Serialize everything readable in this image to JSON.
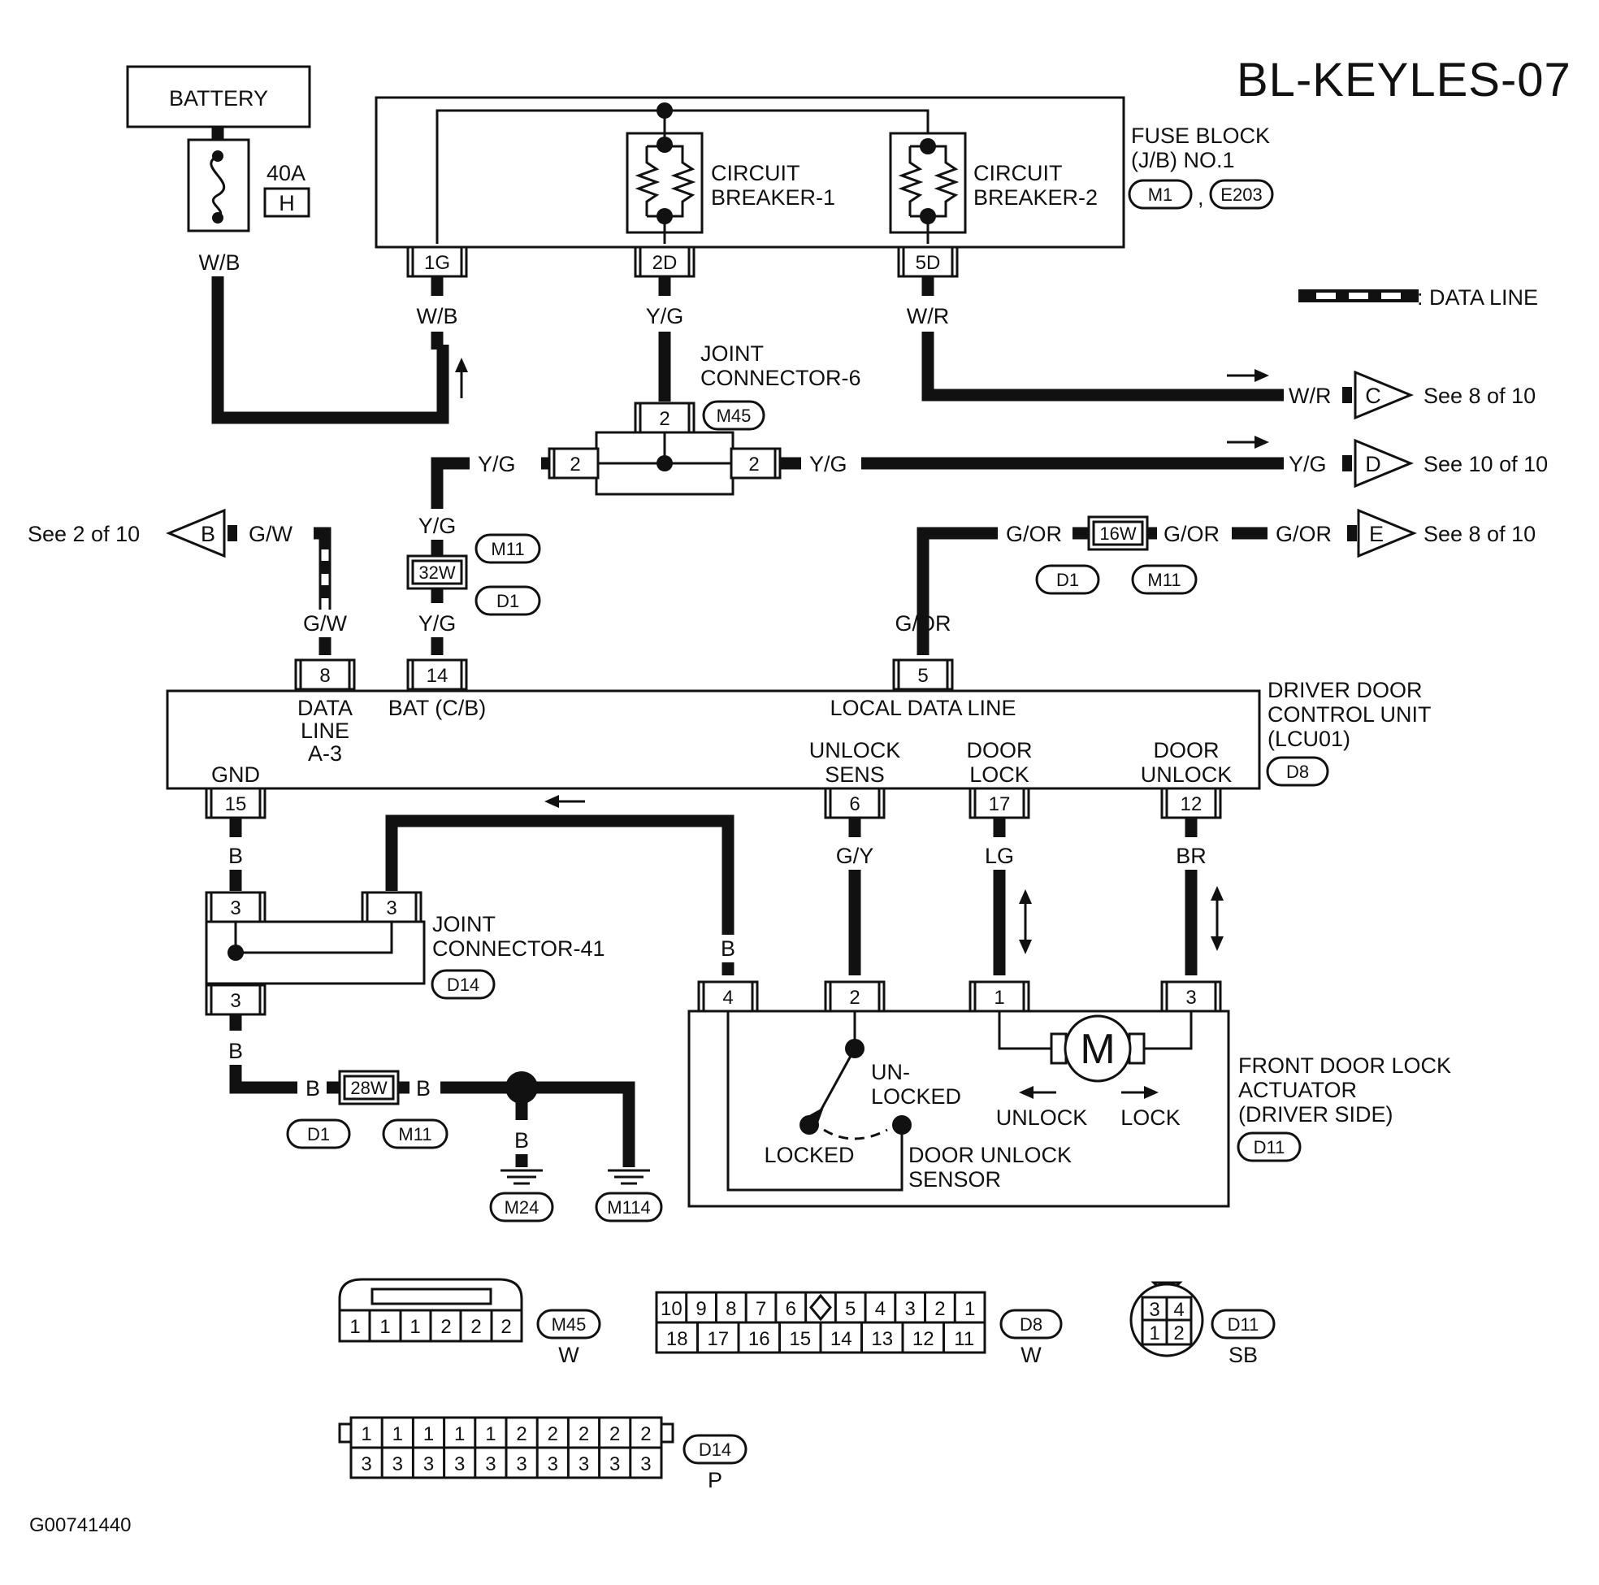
{
  "title": "BL-KEYLES-07",
  "figure_code": "G00741440",
  "legend": {
    "data_line": ": DATA LINE"
  },
  "battery": {
    "label": "BATTERY",
    "fuse_rating": "40A",
    "fuse_letter": "H",
    "wire": "W/B"
  },
  "fuse_block": {
    "label_1": "FUSE BLOCK",
    "label_2": "(J/B) NO.1",
    "connectors": [
      "M1",
      "E203"
    ],
    "separator": ",",
    "breaker_1_a": "CIRCUIT",
    "breaker_1_b": "BREAKER-1",
    "breaker_2_a": "CIRCUIT",
    "breaker_2_b": "BREAKER-2",
    "pins": [
      "1G",
      "2D",
      "5D"
    ],
    "wires": [
      "W/B",
      "Y/G",
      "W/R"
    ]
  },
  "joint_connector_6": {
    "label_1": "JOINT",
    "label_2": "CONNECTOR-6",
    "connector": "M45",
    "pin": "2",
    "wire": "Y/G"
  },
  "offpage": [
    {
      "wire": "W/R",
      "letter": "C",
      "ref": "See 8 of 10"
    },
    {
      "wire": "Y/G",
      "letter": "D",
      "ref": "See 10 of 10"
    },
    {
      "wire": "G/OR",
      "letter": "E",
      "ref": "See 8 of 10"
    },
    {
      "wire": "G/W",
      "letter": "B",
      "ref": "See 2 of 10"
    }
  ],
  "connector_32w": {
    "pin": "32W",
    "codes": [
      "M11",
      "D1"
    ],
    "wire": "Y/G"
  },
  "connector_16w": {
    "pin": "16W",
    "codes": [
      "D1",
      "M11"
    ],
    "wire_a": "G/OR",
    "wire_b": "G/OR"
  },
  "control_unit": {
    "label_1": "DRIVER DOOR",
    "label_2": "CONTROL UNIT",
    "label_3": "(LCU01)",
    "connector": "D8",
    "top_pins": [
      "8",
      "14",
      "5"
    ],
    "top_wires": [
      "G/W",
      "Y/G",
      "G/OR"
    ],
    "data_line_1": "DATA",
    "data_line_2": "LINE",
    "data_line_3": "A-3",
    "bat": "BAT (C/B)",
    "local": "LOCAL DATA LINE",
    "gnd": "GND",
    "unlock_sens_1": "UNLOCK",
    "unlock_sens_2": "SENS",
    "door_lock_1": "DOOR",
    "door_lock_2": "LOCK",
    "door_unlock_1": "DOOR",
    "door_unlock_2": "UNLOCK",
    "bottom_pins": [
      "15",
      "6",
      "17",
      "12"
    ],
    "bottom_wires": [
      "B",
      "G/Y",
      "LG",
      "BR"
    ]
  },
  "joint_connector_41": {
    "label_1": "JOINT",
    "label_2": "CONNECTOR-41",
    "connector": "D14",
    "pins": [
      "3",
      "3",
      "3"
    ],
    "wires": [
      "B",
      "B",
      "B"
    ]
  },
  "connector_28w": {
    "pin": "28W",
    "codes": [
      "D1",
      "M11"
    ],
    "wire_a": "B",
    "wire_b": "B"
  },
  "grounds": [
    {
      "wire": "B",
      "code": "M24"
    },
    {
      "wire": "B",
      "code": "M114"
    }
  ],
  "actuator": {
    "label_1": "FRONT DOOR LOCK",
    "label_2": "ACTUATOR",
    "label_3": "(DRIVER SIDE)",
    "connector": "D11",
    "pins": [
      "4",
      "2",
      "1",
      "3"
    ],
    "wire_4": "B",
    "unlocked_1": "UN-",
    "unlocked_2": "LOCKED",
    "locked": "LOCKED",
    "sensor_1": "DOOR UNLOCK",
    "sensor_2": "SENSOR",
    "motor": "M",
    "unlock": "UNLOCK",
    "lock": "LOCK"
  },
  "connector_faces": {
    "m45": {
      "code": "M45",
      "color": "W",
      "pins": [
        "1",
        "1",
        "1",
        "2",
        "2",
        "2"
      ]
    },
    "d8": {
      "code": "D8",
      "color": "W",
      "row1": [
        "10",
        "9",
        "8",
        "7",
        "6",
        "",
        "5",
        "4",
        "3",
        "2",
        "1"
      ],
      "row2": [
        "18",
        "17",
        "16",
        "15",
        "14",
        "13",
        "12",
        "11"
      ]
    },
    "d11": {
      "code": "D11",
      "color": "SB",
      "pins": [
        "3",
        "4",
        "1",
        "2"
      ]
    },
    "d14": {
      "code": "D14",
      "color": "P",
      "row1": [
        "1",
        "1",
        "1",
        "1",
        "1",
        "2",
        "2",
        "2",
        "2",
        "2"
      ],
      "row2": [
        "3",
        "3",
        "3",
        "3",
        "3",
        "3",
        "3",
        "3",
        "3",
        "3"
      ]
    }
  }
}
